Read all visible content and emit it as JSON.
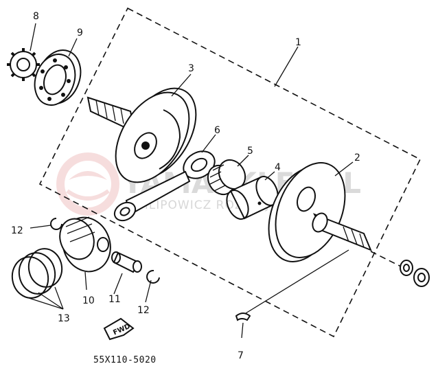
{
  "diagram": {
    "part_code": "55X110-5020",
    "callouts": [
      "1",
      "2",
      "3",
      "4",
      "5",
      "6",
      "7",
      "8",
      "9",
      "10",
      "11",
      "12",
      "12",
      "13"
    ],
    "fwd_mark": "FWD",
    "watermark": {
      "brand": "YAMASKLEP.PL",
      "subtitle": "FILIPOWICZ ROZWOJU YAMAHA"
    }
  }
}
